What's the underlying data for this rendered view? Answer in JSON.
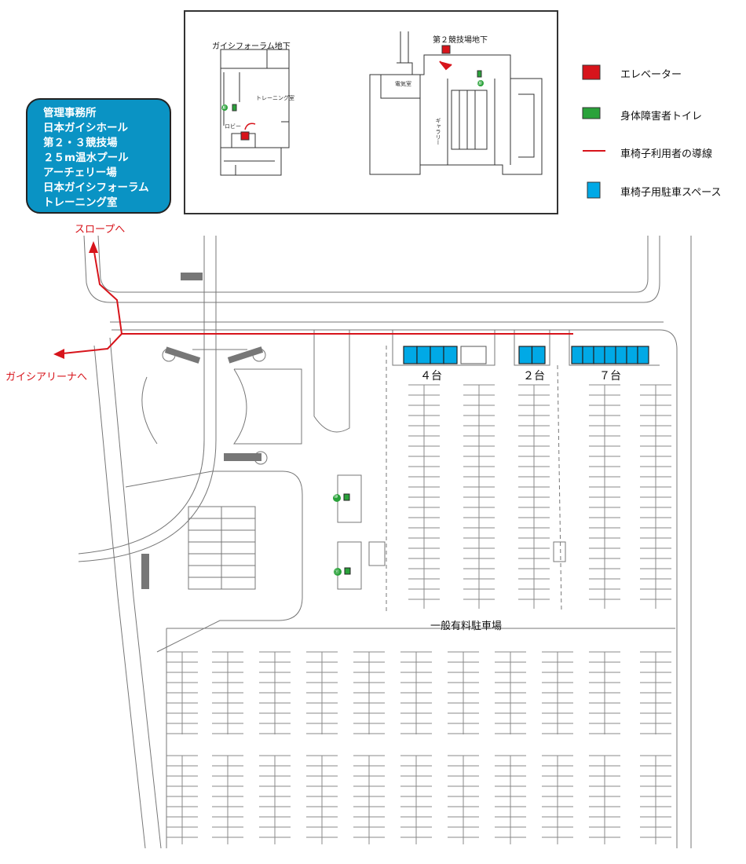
{
  "info_box": {
    "lines": [
      "管理事務所",
      "日本ガイシホール",
      "第２・３競技場",
      "２５m温水プール",
      "アーチェリー場",
      "日本ガイシフォーラム",
      "トレーニング室"
    ]
  },
  "route_labels": {
    "slope": "スロープへ",
    "arena": "ガイシアリーナへ"
  },
  "inset": {
    "left_plan": {
      "title": "ガイシフォーラム地下",
      "rooms": [
        "トレーニング室",
        "ロビー"
      ],
      "toilet_no": "⑧"
    },
    "right_plan": {
      "title": "第２競技場地下",
      "rooms": [
        "電気室",
        "ギャラリー"
      ],
      "toilet_no": "⑨"
    }
  },
  "legend": [
    {
      "label": "エレベーター",
      "color": "#d7141b",
      "icon": "elevator-square"
    },
    {
      "label": "身体障害者トイレ",
      "color": "#2aa23a",
      "icon": "toilet-square"
    },
    {
      "label": "車椅子利用者の導線",
      "color": "#d7141b",
      "icon": "route-line"
    },
    {
      "label": "車椅子用駐車スペース",
      "color": "#00a9e6",
      "icon": "parking-square"
    }
  ],
  "accessible_parking": [
    {
      "count": 4,
      "label": "４台"
    },
    {
      "count": 2,
      "label": "２台"
    },
    {
      "count": 7,
      "label": "７台"
    }
  ],
  "toilets": [
    {
      "no": "⑩"
    },
    {
      "no": "⑪"
    }
  ],
  "parking_lot_label": "一般有料駐車場"
}
